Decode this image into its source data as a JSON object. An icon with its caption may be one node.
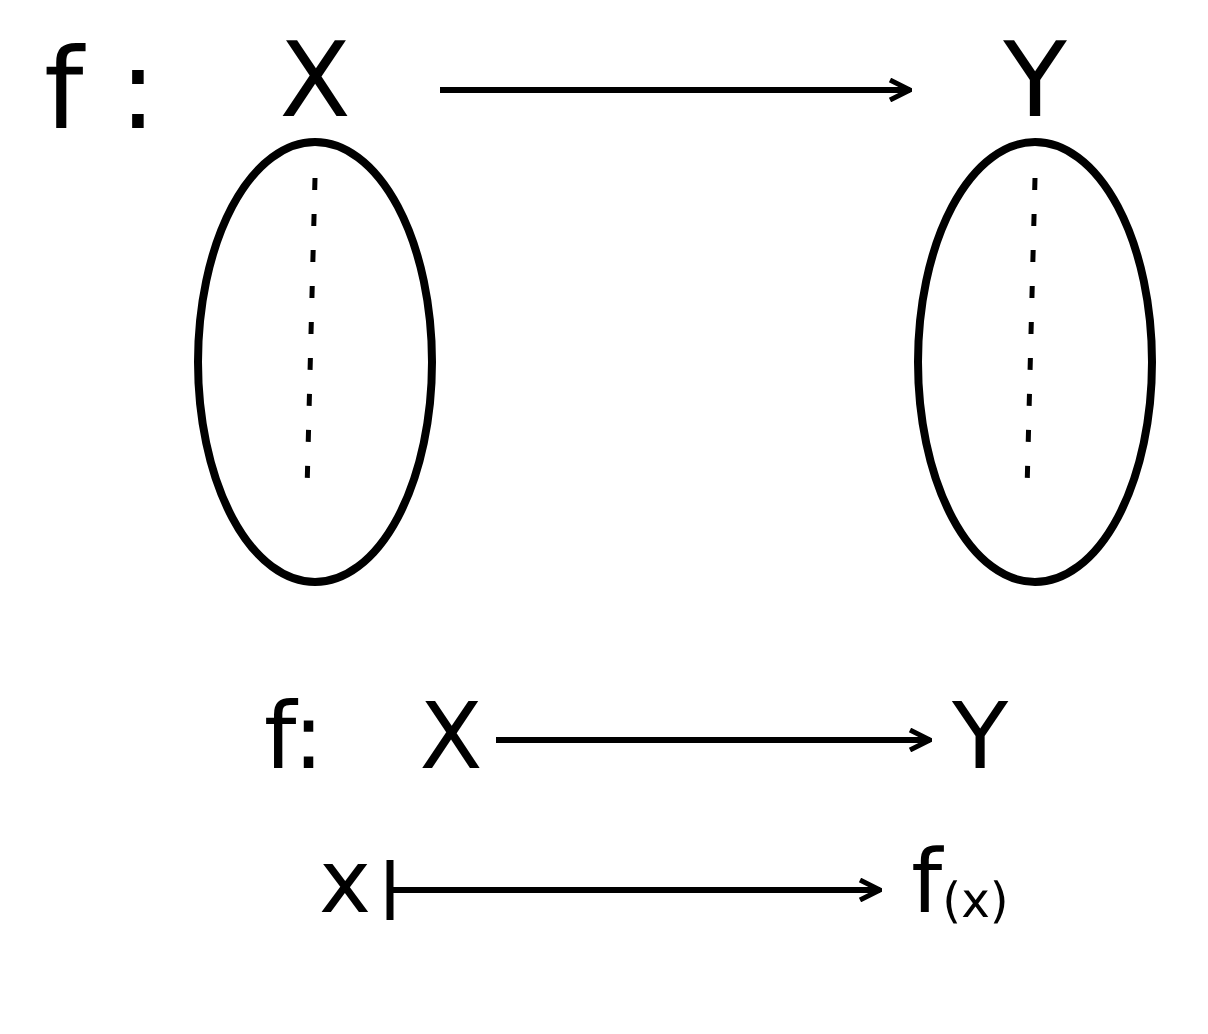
{
  "diagram": {
    "nodes": [
      {
        "text": [
          "X"
        ]
      },
      {
        "text": [
          "Y"
        ]
      },
      {
        "text": [
          "X"
        ]
      },
      {
        "text": [
          "Y"
        ]
      },
      {
        "text": [
          "x"
        ]
      },
      {
        "text": [
          "f$_{(x)}$"
        ]
      }
    ],
    "edges": [
      {
        "from": 0,
        "to": 1,
        "arrow": "to"
      },
      {
        "from": 2,
        "to": 3,
        "arrow": "to"
      },
      {
        "from": 4,
        "to": 5,
        "arrow": "to"
      }
    ],
    "labels": [
      "f :",
      "f:"
    ]
  }
}
